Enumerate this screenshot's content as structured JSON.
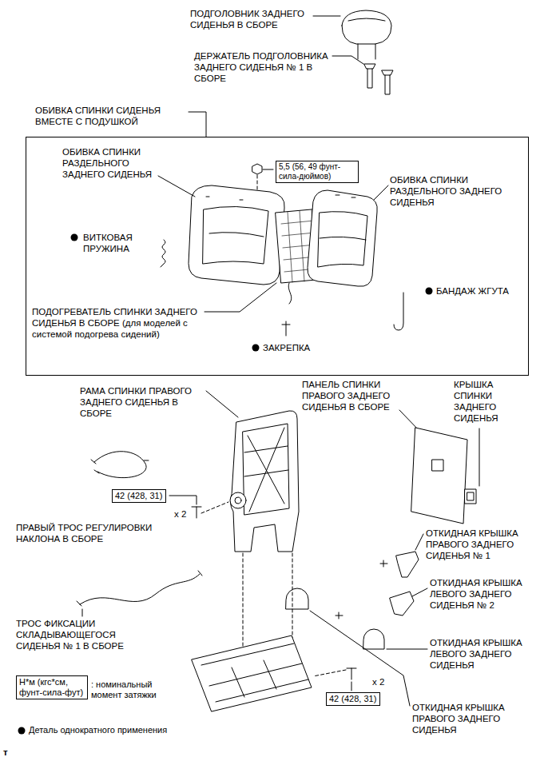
{
  "diagram": {
    "nodes": [
      {
        "text": [
          "ОБИВКА СПИНКИ СИДЕНЬЯ ВМЕСТЕ С ПОДУШКОЙ"
        ]
      },
      {
        "text": [
          "5,5 (56, 49 фунт-сила-дюймов)"
        ],
        "in": 0
      },
      {
        "text": [
          "42 (428, 31)"
        ]
      },
      {
        "text": [
          "42 (428, 31)"
        ]
      },
      {
        "text": [
          "Н*м (кгс*см, фунт-сила-фут)"
        ]
      }
    ],
    "labels": [
      "ПОДГОЛОВНИК ЗАДНЕГО СИДЕНЬЯ В СБОРЕ",
      "ДЕРЖАТЕЛЬ ПОДГОЛОВНИКА ЗАДНЕГО СИДЕНЬЯ № 1 В СБОРЕ",
      "ОБИВКА СПИНКИ РАЗДЕЛЬНОГО ЗАДНЕГО СИДЕНЬЯ",
      "ОБИВКА СПИНКИ РАЗДЕЛЬНОГО ЗАДНЕГО СИДЕНЬЯ",
      "ВИТКОВАЯ ПРУЖИНА",
      "БАНДАЖ ЖГУТА",
      "ПОДОГРЕВАТЕЛЬ СПИНКИ ЗАДНЕГО СИДЕНЬЯ В СБОРЕ (для моделей с системой подогрева сидений)",
      "ЗАКРЕПКА",
      "РАМА СПИНКИ ПРАВОГО ЗАДНЕГО СИДЕНЬЯ В СБОРЕ",
      "ПАНЕЛЬ СПИНКИ ПРАВОГО ЗАДНЕГО СИДЕНЬЯ В СБОРЕ",
      "КРЫШКА СПИНКИ ЗАДНЕГО СИДЕНЬЯ",
      "x 2",
      "ПРАВЫЙ ТРОС РЕГУЛИРОВКИ НАКЛОНА В СБОРЕ",
      "ОТКИДНАЯ КРЫШКА ПРАВОГО ЗАДНЕГО СИДЕНЬЯ № 1",
      "ОТКИДНАЯ КРЫШКА ЛЕВОГО ЗАДНЕГО СИДЕНЬЯ № 2",
      "ТРОС ФИКСАЦИИ СКЛАДЫВАЮЩЕГОСЯ СИДЕНЬЯ № 1 В СБОРЕ",
      "ОТКИДНАЯ КРЫШКА ЛЕВОГО ЗАДНЕГО СИДЕНЬЯ",
      "x 2",
      "ОТКИДНАЯ КРЫШКА ПРАВОГО ЗАДНЕГО СИДЕНЬЯ",
      "т"
    ],
    "legend": [
      {
        "text": ": номинальный момент затяжки"
      },
      {
        "text": "Деталь однократного применения"
      }
    ]
  }
}
